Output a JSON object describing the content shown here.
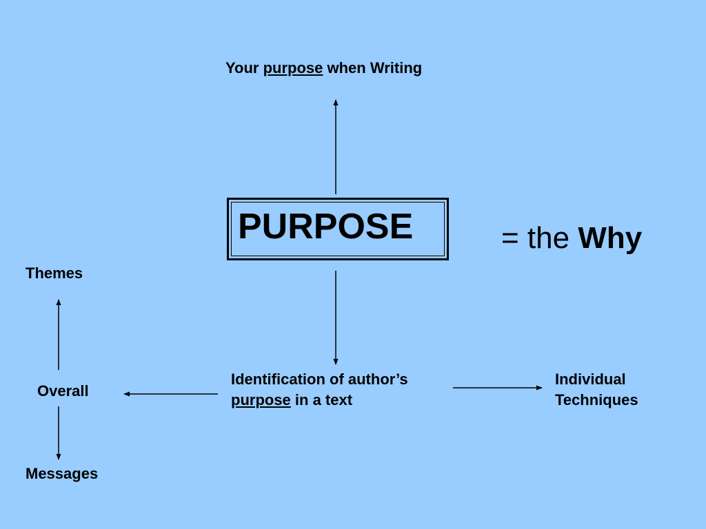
{
  "background_color": "#99ccff",
  "top_label": {
    "prefix": "Your ",
    "emphasis": "purpose",
    "suffix": " when Writing"
  },
  "center": {
    "title": "PURPOSE"
  },
  "definition": {
    "prefix": "= the ",
    "emphasis": "Why"
  },
  "identification": {
    "line1": "Identification of author’s",
    "line2_emphasis": "purpose",
    "line2_suffix": " in a text"
  },
  "individual": {
    "line1": "Individual",
    "line2": "Techniques"
  },
  "themes": "Themes",
  "overall": "Overall",
  "messages": "Messages"
}
